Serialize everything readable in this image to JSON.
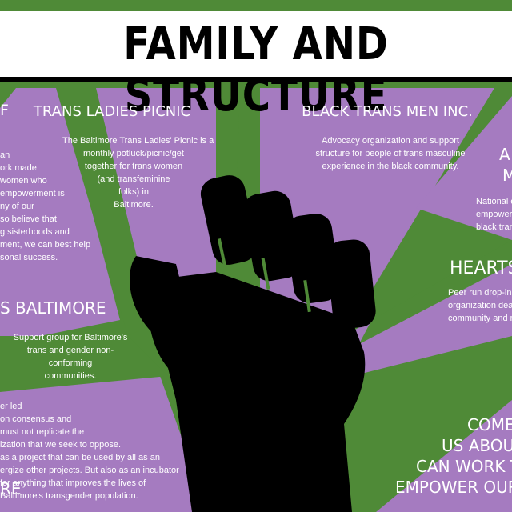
{
  "banner": {
    "title": "FAMILY AND STRUCTURE"
  },
  "colors": {
    "purple": "#a57bc0",
    "green": "#4f8a37",
    "black": "#000000",
    "white": "#ffffff"
  },
  "icons": {
    "center": "raised-fist-icon"
  },
  "sections": {
    "top_left": {
      "title": "F",
      "body": "an\nork made\nwomen who\nempowerment is\nny of our\nso believe that\ng sisterhoods and\nment, we can best help\nsonal success."
    },
    "trans_ladies_picnic": {
      "title": "TRANS LADIES PICNIC",
      "body": "The Baltimore Trans Ladies' Picnic is a\nmonthly potluck/picnic/get\ntogether for trans women\n(and transfeminine\nfolks) in\nBaltimore."
    },
    "black_trans_men": {
      "title": "BLACK TRANS MEN INC.",
      "body": "Advocacy organization and support\nstructure for people of trans masculine\nexperience in the black community."
    },
    "top_right": {
      "title_line1": "A",
      "title_line2": "M",
      "body": "National o\nempowermen\nblack tran"
    },
    "baltimore_group": {
      "title": "S BALTIMORE",
      "body": "Support group for Baltimore's\ntrans and gender non-\nconforming\ncommunities."
    },
    "hearts": {
      "title": "HEARTS",
      "body": "Peer run drop-in ce\norganization dea\ncommunity and mem"
    },
    "bottom_left": {
      "title": "RE",
      "body": "er led\non consensus and\nmust not replicate the\nization that we seek to oppose.\nas a project that can be used by all as an\nergize other projects. But also as an incubator\nfor anything that improves the lives of\nBaltimore's transgender population."
    },
    "cta": {
      "line1": "COME T",
      "line2": "US ABOUT",
      "line3": "CAN WORK TOG",
      "line4": "EMPOWER OUR CO"
    }
  }
}
